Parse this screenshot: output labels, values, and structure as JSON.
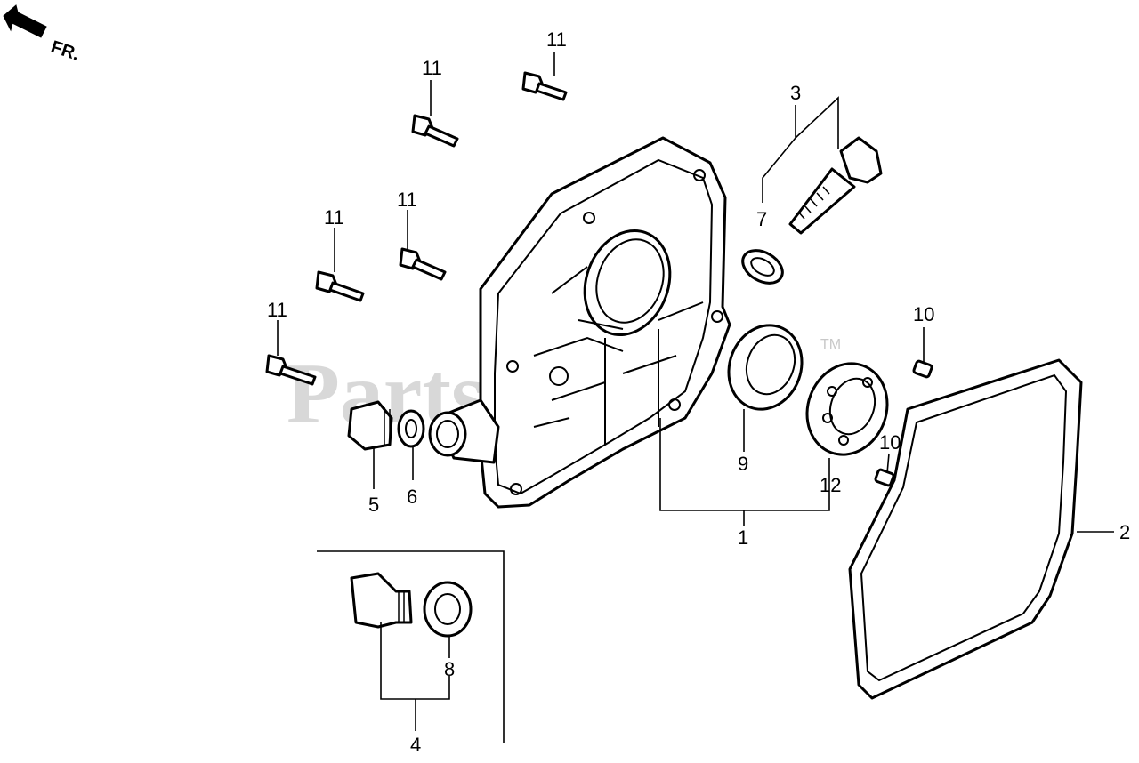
{
  "direction": {
    "label": "FR.",
    "icon": "front-arrow-icon"
  },
  "watermark": {
    "text": "PartsTree",
    "tm": "TM"
  },
  "callouts": {
    "c1": "1",
    "c2": "2",
    "c3": "3",
    "c4": "4",
    "c5": "5",
    "c6": "6",
    "c7": "7",
    "c8": "8",
    "c9": "9",
    "c10a": "10",
    "c10b": "10",
    "c11a": "11",
    "c11b": "11",
    "c11c": "11",
    "c11d": "11",
    "c11e": "11",
    "c12": "12"
  },
  "colors": {
    "line": "#000000",
    "background": "#ffffff",
    "watermark": "#d8d8d8"
  }
}
